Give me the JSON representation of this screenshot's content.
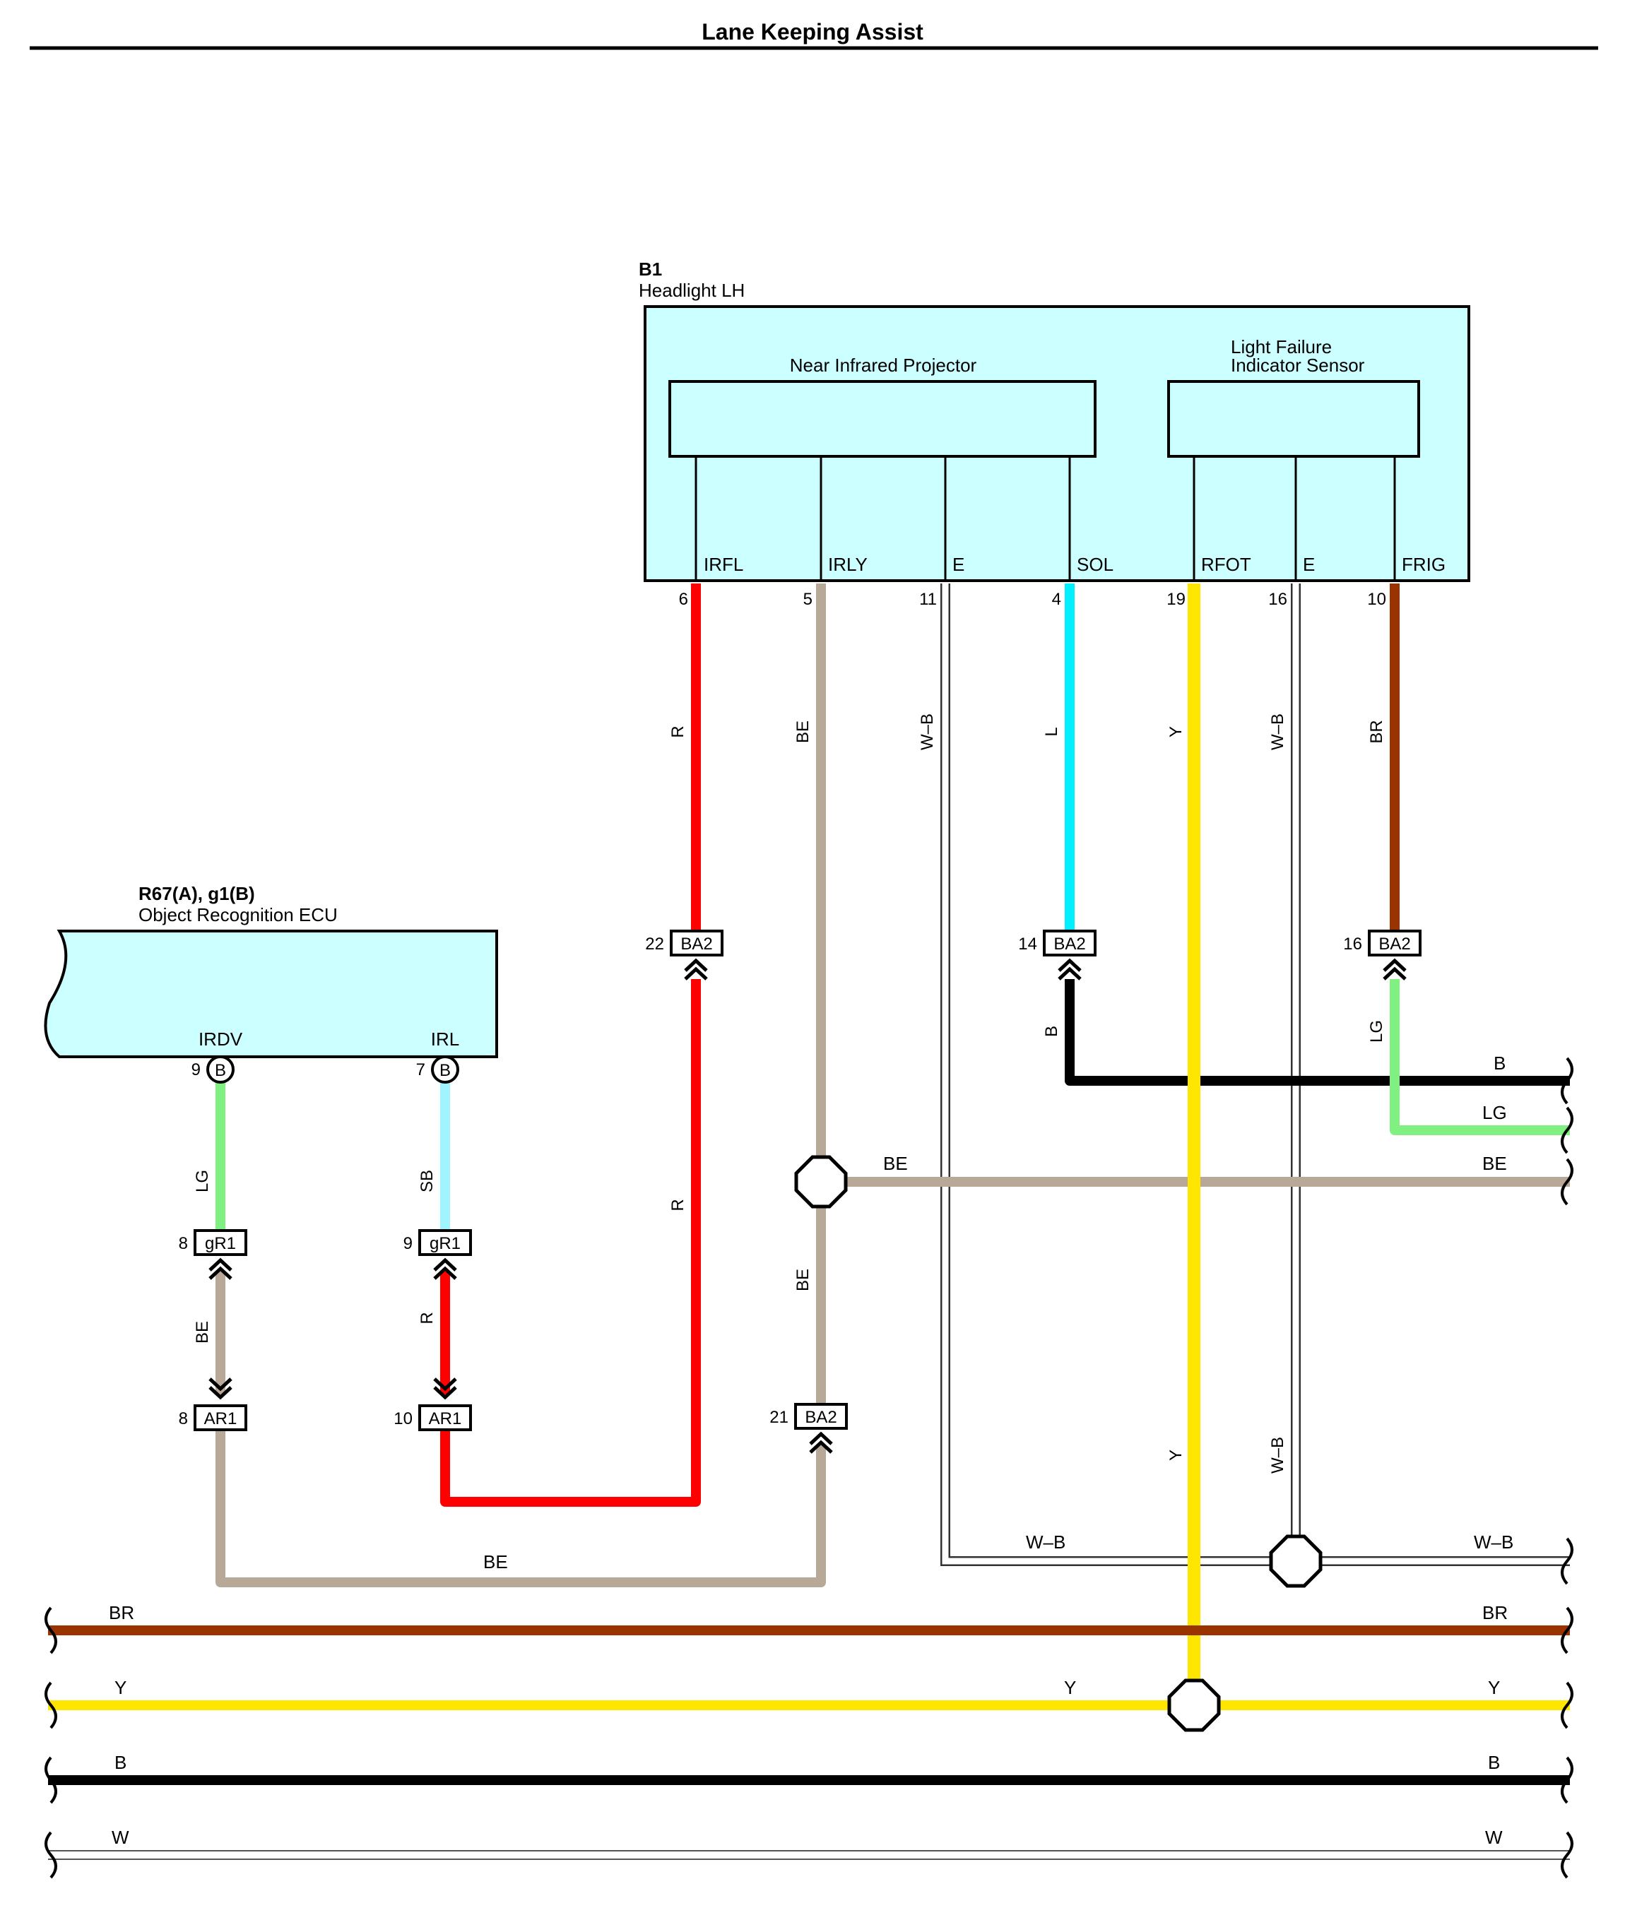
{
  "title": "Lane Keeping Assist",
  "colors": {
    "R": "#ff0000",
    "BE": "#b8a898",
    "L": "#00f0ff",
    "Y": "#ffe600",
    "BR": "#993300",
    "B": "#000000",
    "LG": "#80f080",
    "SB": "#a0f4ff",
    "box_fill": "#ccffff"
  },
  "headlight": {
    "code": "B1",
    "name": "Headlight LH",
    "projector": "Near Infrared Projector",
    "sensor_line1": "Light Failure",
    "sensor_line2": "Indicator Sensor",
    "terminals": [
      "IRFL",
      "IRLY",
      "E",
      "SOL",
      "RFOT",
      "E",
      "FRIG"
    ],
    "pins": [
      "6",
      "5",
      "11",
      "4",
      "19",
      "16",
      "10"
    ]
  },
  "ecu": {
    "code": "R67(A), g1(B)",
    "name": "Object Recognition ECU",
    "terminals": [
      "IRDV",
      "IRL"
    ],
    "pins": [
      "9",
      "7"
    ],
    "connector": "B"
  },
  "connectors": {
    "ba2": "BA2",
    "gr1": "gR1",
    "ar1": "AR1",
    "ba2_pins": [
      "22",
      "14",
      "16",
      "21"
    ],
    "gr1_pins": [
      "8",
      "9"
    ],
    "ar1_pins": [
      "8",
      "10"
    ]
  },
  "wire_labels": {
    "R": "R",
    "BE": "BE",
    "WB": "W–B",
    "L": "L",
    "Y": "Y",
    "BR": "BR",
    "B": "B",
    "LG": "LG",
    "SB": "SB",
    "W": "W"
  }
}
